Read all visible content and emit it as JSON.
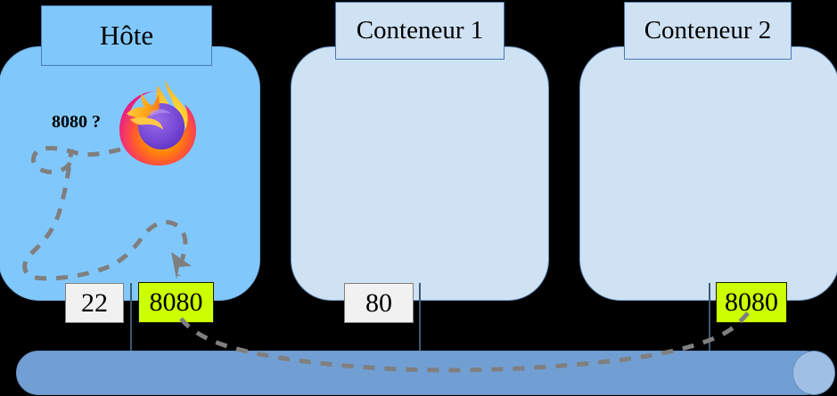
{
  "diagram": {
    "title_not_shown": false,
    "machines": [
      {
        "id": "host",
        "label": "Hôte",
        "fill": "#80C8FC",
        "border": "#6FA8DC",
        "ports": [
          {
            "value": "22",
            "style": "plain"
          },
          {
            "value": "8080",
            "style": "highlight"
          }
        ]
      },
      {
        "id": "container1",
        "label": "Conteneur 1",
        "fill": "#CFE2F3",
        "border": "#6A91C0",
        "ports": [
          {
            "value": "80",
            "style": "plain"
          }
        ]
      },
      {
        "id": "container2",
        "label": "Conteneur 2",
        "fill": "#CFE2F3",
        "border": "#6A91C0",
        "ports": [
          {
            "value": "8080",
            "style": "highlight"
          }
        ]
      }
    ],
    "annotations": {
      "port_question": "8080 ?"
    },
    "icons": {
      "browser": "firefox-icon",
      "arrow": "arrowhead-icon"
    },
    "network": {
      "label_not_shown": "",
      "fill": "#729FD3",
      "cap_fill": "#9FC0E4",
      "border": "#6A91C0"
    },
    "colors": {
      "highlight_port": "#CCFF00",
      "plain_port": "#F1F1F1",
      "dashed_path": "#7F7F7F",
      "background": "#000000",
      "connector": "#3C5A73"
    }
  }
}
